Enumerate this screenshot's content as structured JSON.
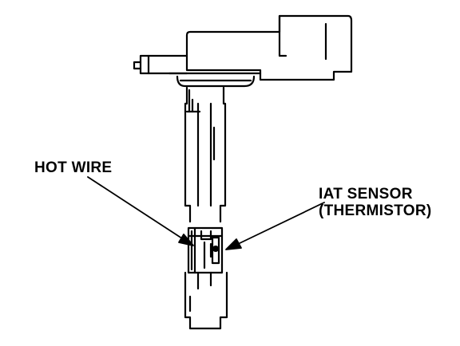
{
  "labels": {
    "hot_wire": "HOT WIRE",
    "iat_sensor_line1": "IAT SENSOR",
    "iat_sensor_line2": "(THERMISTOR)"
  },
  "colors": {
    "ink": "#000000",
    "paper": "#ffffff"
  }
}
